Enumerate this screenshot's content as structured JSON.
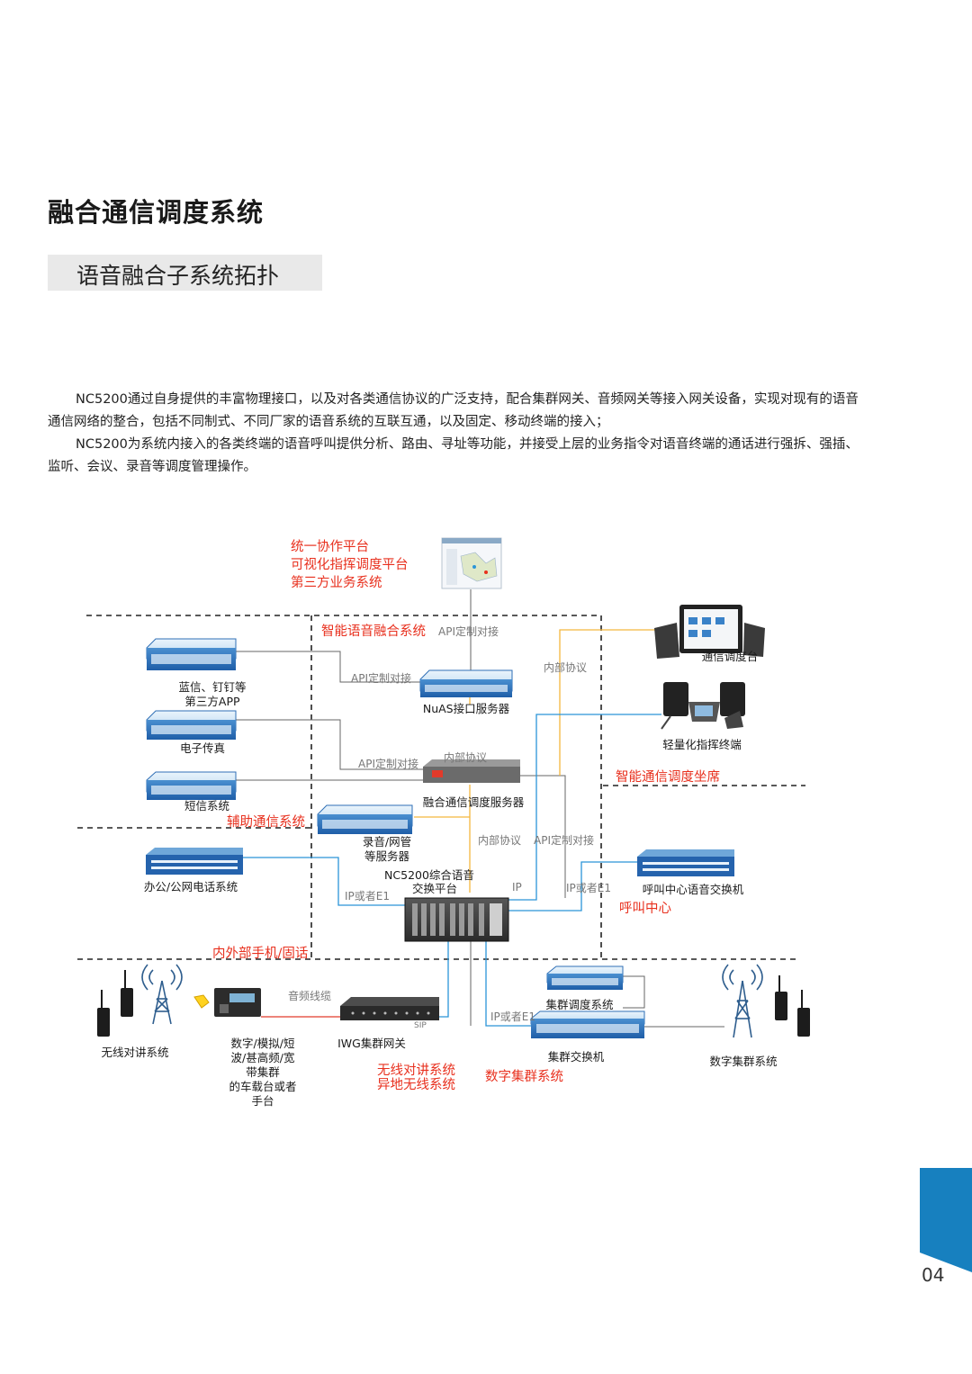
{
  "page": {
    "title": "融合通信调度系统",
    "subtitle": "语音融合子系统拓扑",
    "paragraphs": [
      "NC5200通过自身提供的丰富物理接口，以及对各类通信协议的广泛支持，配合集群网关、音频网关等接入网关设备，实现对现有的语音通信网络的整合，包括不同制式、不同厂家的语音系统的互联互通，以及固定、移动终端的接入；",
      "NC5200为系统内接入的各类终端的语音呼叫提供分析、路由、寻址等功能，并接受上层的业务指令对语音终端的通话进行强拆、强插、监听、会议、录音等调度管理操作。"
    ],
    "page_number": "04"
  },
  "diagram": {
    "top_platform_lines": [
      "统一协作平台",
      "可视化指挥调度平台",
      "第三方业务系统"
    ],
    "zones": {
      "core": "智能语音融合系统",
      "aux": "辅助通信系统",
      "dispatch_seat": "智能通信调度坐席",
      "handsets": "内外部手机/固话",
      "call_center": "呼叫中心",
      "wireless": [
        "无线对讲系统",
        "异地无线系统"
      ],
      "digital_trunk": "数字集群系统"
    },
    "nodes": {
      "nuas": "NuAS接口服务器",
      "fusion_server": "融合通信调度服务器",
      "recorder": [
        "录音/网管",
        "等服务器"
      ],
      "nc5200": [
        "NC5200综合语音",
        "交换平台"
      ],
      "third_app": [
        "蓝信、钉钉等",
        "第三方APP"
      ],
      "fax": "电子传真",
      "sms": "短信系统",
      "office_phone": "办公/公网电话系统",
      "console": "通信调度台",
      "light_terminal": "轻量化指挥终端",
      "callcenter_switch": "呼叫中心语音交换机",
      "trunk_dispatch": "集群调度系统",
      "trunk_switch": "集群交换机",
      "iwg": "IWG集群网关",
      "radio": [
        "数字/模拟/短",
        "波/甚高频/宽",
        "带集群",
        "的车载台或者",
        "手台"
      ],
      "walkie_system": "无线对讲系统",
      "digital_trunk_system": "数字集群系统"
    },
    "links": {
      "api1": "API定制对接",
      "api2": "API定制对接",
      "api3": "API定制对接",
      "api4": "API定制对接",
      "internal1": "内部协议",
      "internal2": "内部协议",
      "internal3": "内部协议",
      "ip_e1_left": "IP或者E1",
      "ip_mid": "IP",
      "ip_e1_right": "IP或者E1",
      "ip_e1_bottom": "IP或者E1",
      "audio": "音频线缆",
      "sip": "SIP"
    },
    "colors": {
      "red_label": "#e8301e",
      "yellow_line": "#f4b63d",
      "blue_line": "#2b95d8",
      "gray_line": "#666666",
      "red_line": "#e23a2a",
      "server_blue": "#2f6fb6",
      "tab_blue": "#1780bf"
    }
  }
}
